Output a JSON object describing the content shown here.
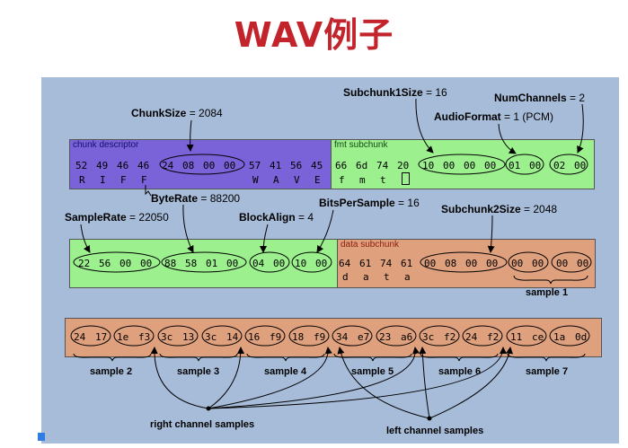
{
  "title": "WAV例子",
  "headers": {
    "chunk_descriptor": "chunk descriptor",
    "fmt_subchunk": "fmt subchunk",
    "data_subchunk": "data subchunk"
  },
  "row1": {
    "hex_a": [
      "52",
      "49",
      "46",
      "46",
      "24",
      "08",
      "00",
      "00",
      "57",
      "41",
      "56",
      "45"
    ],
    "ascii_a": [
      "R",
      "I",
      "F",
      "F",
      "W",
      "A",
      "V",
      "E"
    ],
    "hex_b": [
      "66",
      "6d",
      "74",
      "20",
      "10",
      "00",
      "00",
      "00",
      "01",
      "00",
      "02",
      "00"
    ],
    "ascii_b": [
      "f",
      "m",
      "t"
    ]
  },
  "row2": {
    "hex_a": [
      "22",
      "56",
      "00",
      "00",
      "88",
      "58",
      "01",
      "00",
      "04",
      "00",
      "10",
      "00"
    ],
    "hex_b": [
      "64",
      "61",
      "74",
      "61",
      "00",
      "08",
      "00",
      "00",
      "00",
      "00",
      "00",
      "00"
    ],
    "ascii_b": [
      "d",
      "a",
      "t",
      "a"
    ]
  },
  "row3": {
    "hex": [
      "24",
      "17",
      "1e",
      "f3",
      "3c",
      "13",
      "3c",
      "14",
      "16",
      "f9",
      "18",
      "f9",
      "34",
      "e7",
      "23",
      "a6",
      "3c",
      "f2",
      "24",
      "f2",
      "11",
      "ce",
      "1a",
      "0d"
    ]
  },
  "labels": {
    "chunk_size": {
      "name": "ChunkSize",
      "value": "= 2084"
    },
    "subchunk1_size": {
      "name": "Subchunk1Size",
      "value": "= 16"
    },
    "num_channels": {
      "name": "NumChannels",
      "value": "= 2"
    },
    "audio_format": {
      "name": "AudioFormat",
      "value": "= 1 (PCM)"
    },
    "byte_rate": {
      "name": "ByteRate",
      "value": "= 88200"
    },
    "sample_rate": {
      "name": "SampleRate",
      "value": "= 22050"
    },
    "block_align": {
      "name": "BlockAlign",
      "value": "= 4"
    },
    "bits_per_sample": {
      "name": "BitsPerSample",
      "value": "= 16"
    },
    "subchunk2_size": {
      "name": "Subchunk2Size",
      "value": "= 2048"
    }
  },
  "samples": [
    "sample 1",
    "sample 2",
    "sample 3",
    "sample 4",
    "sample 5",
    "sample 6",
    "sample 7"
  ],
  "channels": {
    "right": "right channel samples",
    "left": "left channel samples"
  },
  "colors": {
    "title": "#c3242c",
    "panel": "#a7bcd8",
    "purple": "#7a62d8",
    "green": "#9df08e",
    "orange": "#dfa07e"
  }
}
